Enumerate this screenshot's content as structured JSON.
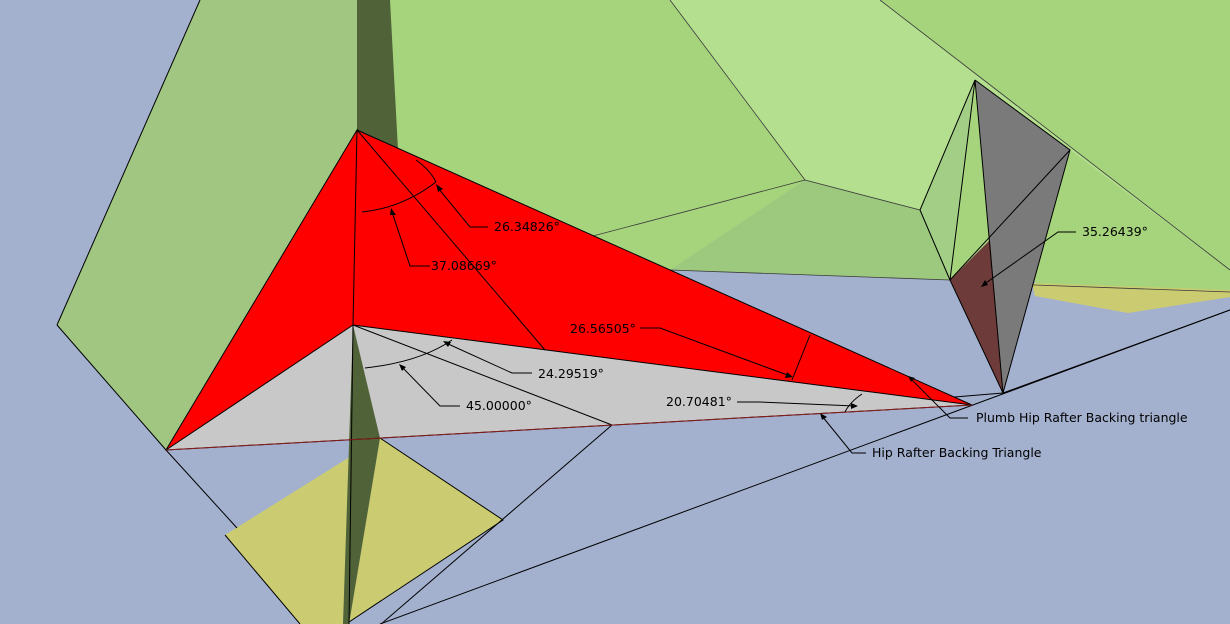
{
  "colors": {
    "ground": "#a3b1cf",
    "roof_light": "#b4df8f",
    "roof_mid": "#a5d47c",
    "roof_dark": "#9dc97f",
    "wall_left": "#a0c682",
    "shadow_green": "#4f6238",
    "yellow": "#cbcc72",
    "red": "#ff0000",
    "backing_grey": "#c8c8c8",
    "plumb_grey": "#7a7a7a",
    "plumb_brown": "#6e3b3b"
  },
  "angles": {
    "a1": "26.34826°",
    "a2": "37.08669°",
    "a3": "26.56505°",
    "a4": "24.29519°",
    "a5": "45.00000°",
    "a6": "20.70481°",
    "a7": "35.26439°"
  },
  "labels": {
    "plumb": "Plumb Hip Rafter Backing triangle",
    "backing": "Hip Rafter Backing Triangle"
  }
}
